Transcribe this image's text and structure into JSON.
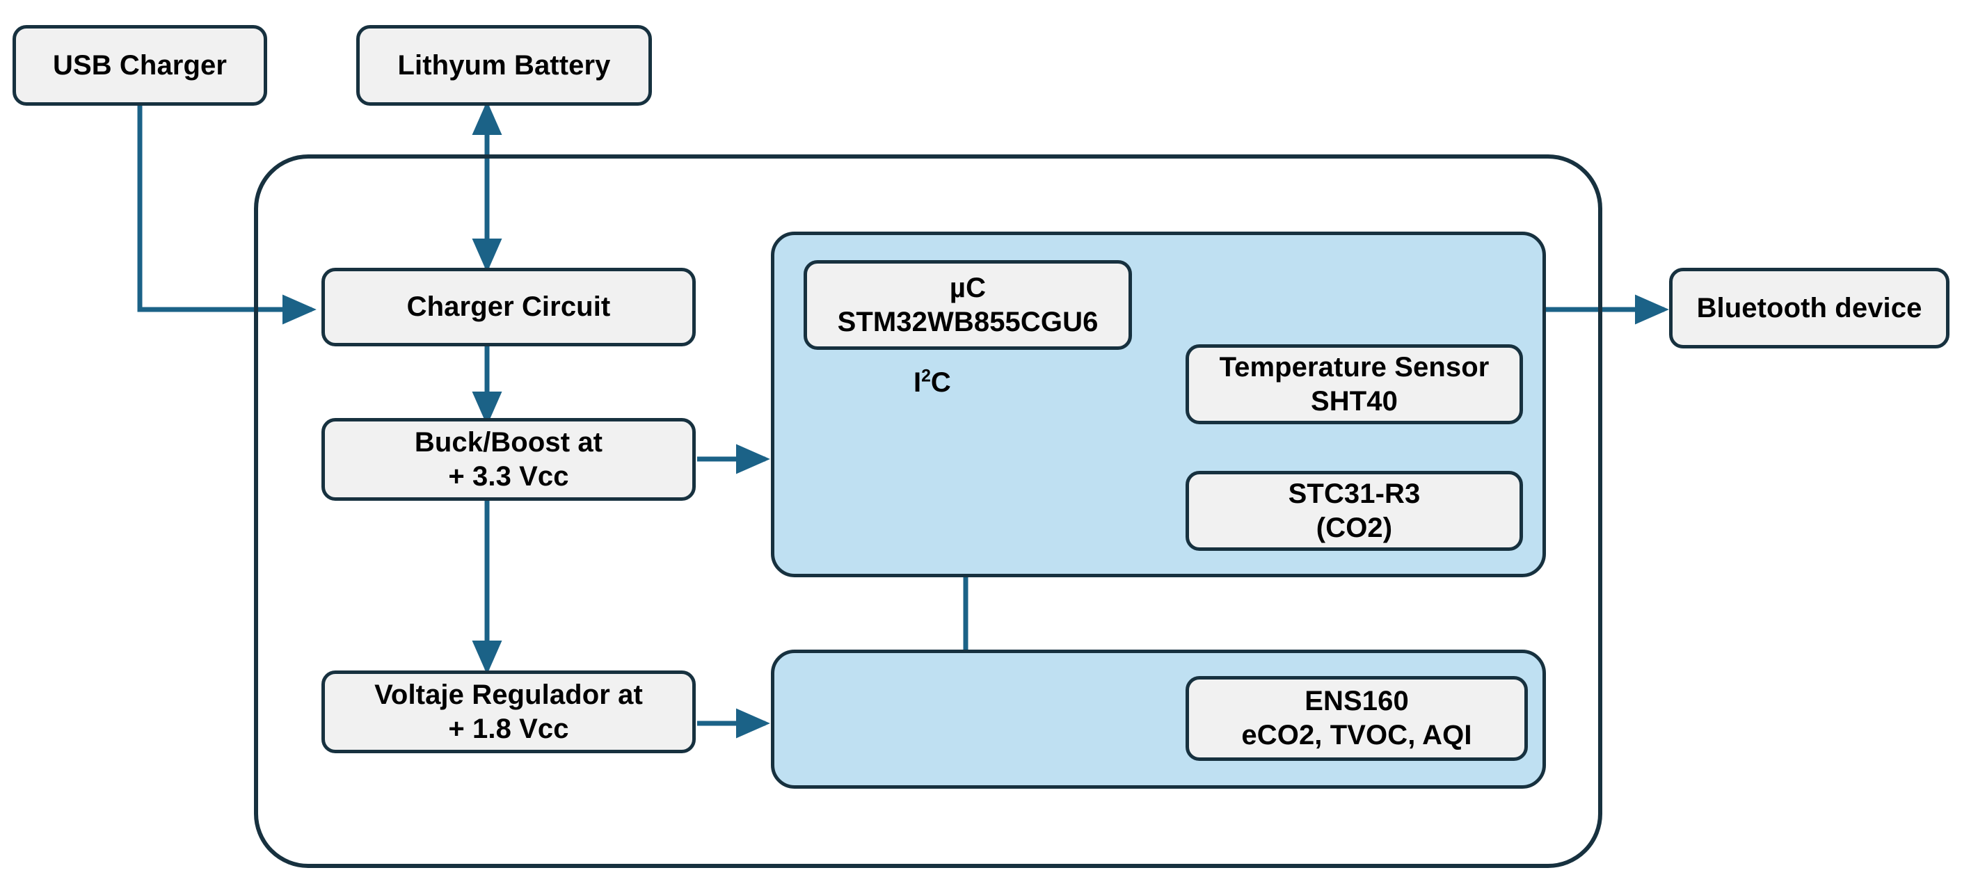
{
  "diagram": {
    "title_visible": false,
    "colors": {
      "stroke": "#17313f",
      "wire": "#1b6287",
      "node_fill": "#f1f1f1",
      "panel_fill": "#bfe0f2",
      "background": "#ffffff",
      "text": "#000000"
    },
    "nodes": {
      "usb_charger": {
        "label": "USB Charger"
      },
      "lithium_battery": {
        "label": "Lithyum Battery"
      },
      "charger_circuit": {
        "label": "Charger Circuit"
      },
      "buck_boost": {
        "line1": "Buck/Boost at",
        "line2": "+ 3.3 Vcc"
      },
      "voltage_regulator": {
        "line1": "Voltaje Regulador at",
        "line2": "+ 1.8 Vcc"
      },
      "mcu": {
        "line1": "µC",
        "line2": "STM32WB855CGU6"
      },
      "temperature_sensor": {
        "line1": "Temperature Sensor",
        "line2": "SHT40"
      },
      "co2_sensor": {
        "line1": "STC31-R3",
        "line2": "(CO2)"
      },
      "air_quality_sensor": {
        "line1": "ENS160",
        "line2": "eCO2, TVOC, AQI"
      },
      "bluetooth_device": {
        "label": "Bluetooth device"
      }
    },
    "labels": {
      "i2c_bus_prefix": "I",
      "i2c_bus_sup": "2",
      "i2c_bus_suffix": "C"
    },
    "connections": [
      {
        "from": "usb_charger",
        "to": "charger_circuit",
        "arrow": true
      },
      {
        "from": "lithium_battery",
        "to": "charger_circuit",
        "arrow": "both"
      },
      {
        "from": "charger_circuit",
        "to": "buck_boost",
        "arrow": true
      },
      {
        "from": "buck_boost",
        "to": "voltage_regulator",
        "arrow": true
      },
      {
        "from": "buck_boost",
        "to": "sensor_panel_top",
        "arrow": true
      },
      {
        "from": "voltage_regulator",
        "to": "sensor_panel_bottom",
        "arrow": true
      },
      {
        "from": "mcu",
        "to": "bluetooth_device",
        "arrow": true
      },
      {
        "from": "i2c_bus",
        "to": "mcu",
        "arrow": true
      },
      {
        "from": "i2c_bus",
        "to": "temperature_sensor",
        "arrow": true
      },
      {
        "from": "i2c_bus",
        "to": "co2_sensor",
        "arrow": true
      },
      {
        "from": "i2c_bus",
        "to": "air_quality_sensor",
        "arrow": true
      }
    ]
  }
}
